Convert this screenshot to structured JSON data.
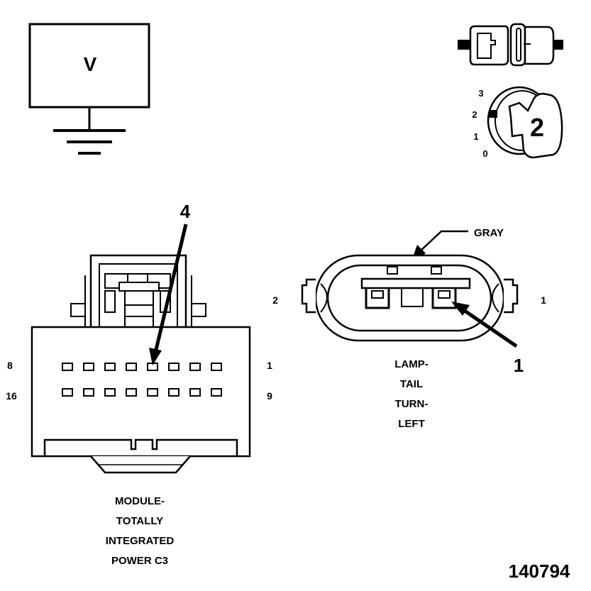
{
  "voltmeter": {
    "symbol": "V"
  },
  "ignition": {
    "positions": [
      "3",
      "2",
      "1",
      "0"
    ],
    "selected": "2"
  },
  "c3_connector": {
    "callout": "4",
    "pin_labels": {
      "top_left": "8",
      "top_right": "1",
      "bottom_left": "16",
      "bottom_right": "9"
    },
    "caption": [
      "MODULE-",
      "TOTALLY",
      "INTEGRATED",
      "POWER C3"
    ]
  },
  "lamp_connector": {
    "color_label": "GRAY",
    "left_pin": "2",
    "right_pin": "1",
    "callout": "1",
    "caption": [
      "LAMP-",
      "TAIL",
      "TURN-",
      "LEFT"
    ]
  },
  "figure_id": "140794"
}
